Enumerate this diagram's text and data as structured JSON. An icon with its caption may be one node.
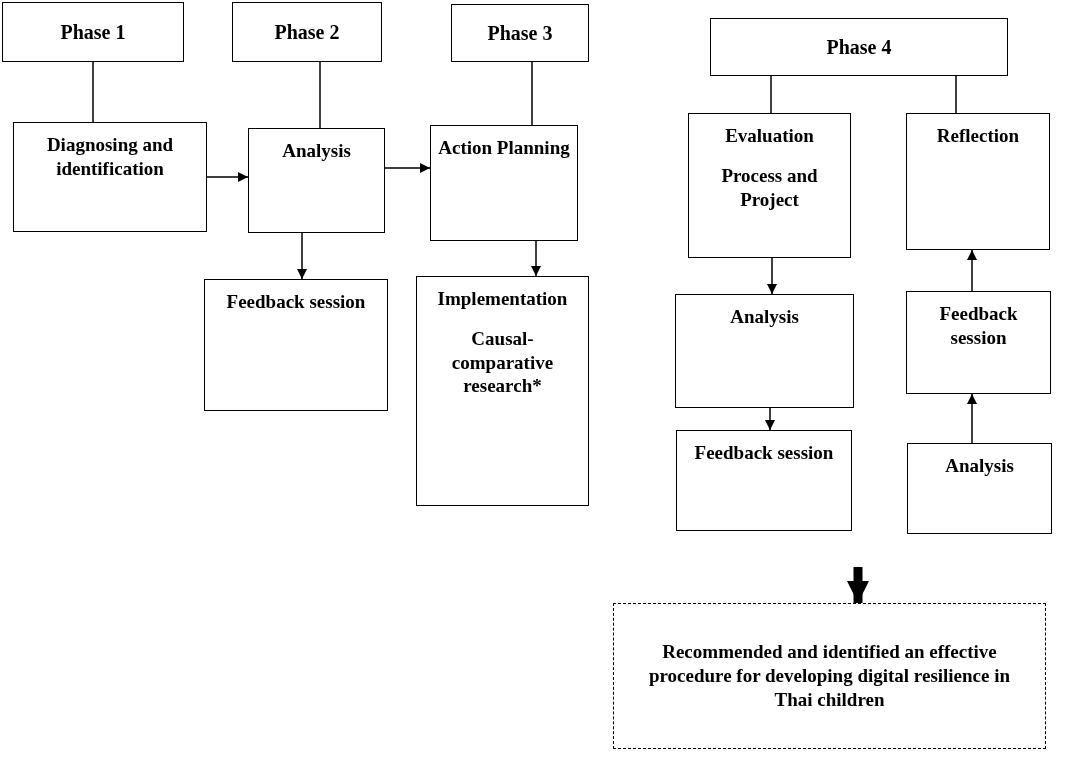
{
  "diagram": {
    "nodes": [
      {
        "text": [
          "Phase 1"
        ]
      },
      {
        "text": [
          "Phase 2"
        ]
      },
      {
        "text": [
          "Phase 3"
        ]
      },
      {
        "text": [
          "Phase 4"
        ]
      },
      {
        "text": [
          "Diagnosing and identification"
        ]
      },
      {
        "text": [
          "Analysis"
        ]
      },
      {
        "text": [
          "Action Planning"
        ]
      },
      {
        "text": [
          "Evaluation",
          "Process and Project"
        ]
      },
      {
        "text": [
          "Reflection"
        ]
      },
      {
        "text": [
          "Feedback session"
        ]
      },
      {
        "text": [
          "Implementation",
          "Causal-comparative research*"
        ]
      },
      {
        "text": [
          "Analysis"
        ]
      },
      {
        "text": [
          "Feedback session"
        ]
      },
      {
        "text": [
          "Feedback session"
        ]
      },
      {
        "text": [
          "Analysis"
        ]
      },
      {
        "text": [
          "Recommended and identified an effective procedure for developing digital resilience in Thai children"
        ]
      }
    ],
    "edges": [
      {
        "from": 0,
        "to": 4,
        "arrow": "none"
      },
      {
        "from": 1,
        "to": 5,
        "arrow": "none"
      },
      {
        "from": 2,
        "to": 6,
        "arrow": "none"
      },
      {
        "from": 3,
        "to": 7,
        "arrow": "none"
      },
      {
        "from": 3,
        "to": 8,
        "arrow": "none"
      },
      {
        "from": 4,
        "to": 5,
        "arrow": "to"
      },
      {
        "from": 5,
        "to": 9,
        "arrow": "to"
      },
      {
        "from": 5,
        "to": 6,
        "arrow": "to"
      },
      {
        "from": 6,
        "to": 10,
        "arrow": "to"
      },
      {
        "from": 7,
        "to": 11,
        "arrow": "to"
      },
      {
        "from": 11,
        "to": 13,
        "arrow": "to"
      },
      {
        "from": 14,
        "to": 12,
        "arrow": "to"
      },
      {
        "from": 12,
        "to": 8,
        "arrow": "to"
      },
      {
        "from": null,
        "to": 15,
        "arrow": "to",
        "style": "thick"
      }
    ]
  }
}
